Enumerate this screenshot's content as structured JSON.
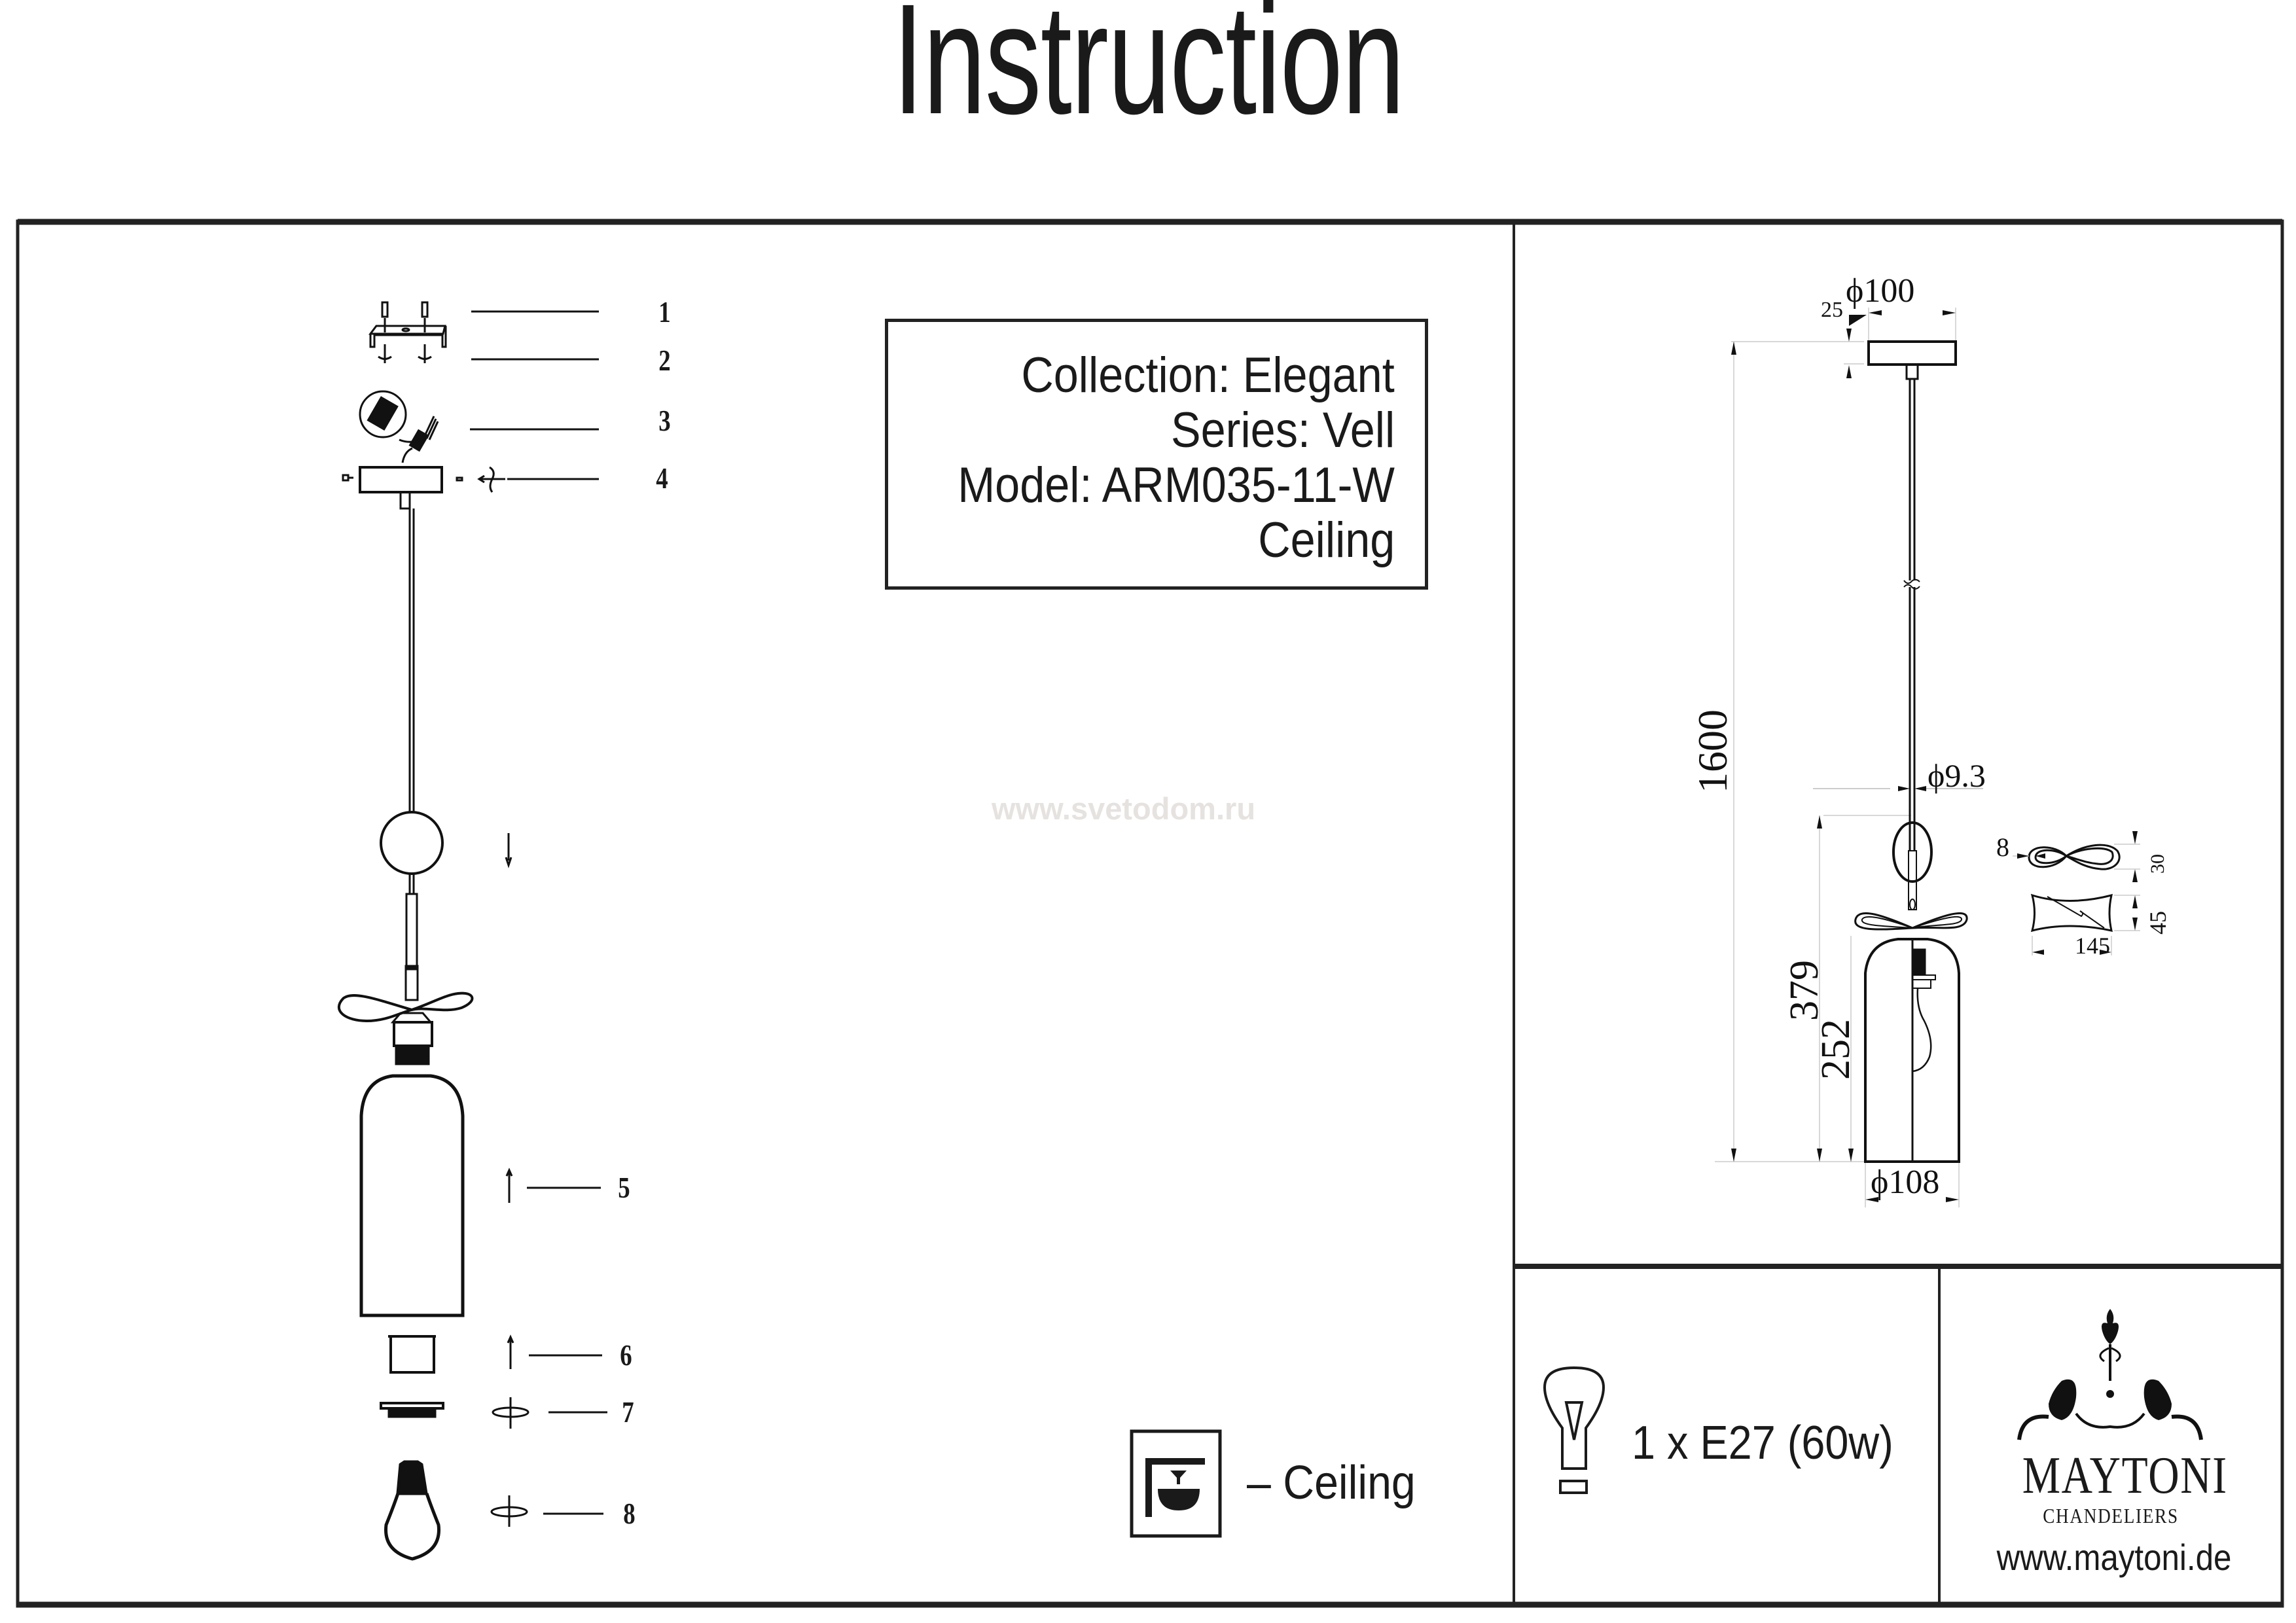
{
  "document": {
    "title": "Instruction",
    "watermark": "www.svetodom.ru"
  },
  "product_info": {
    "collection": "Collection: Elegant",
    "series": "Series: Vell",
    "model": "Model: ARM035-11-W",
    "mount_type": "Ceiling"
  },
  "assembly_parts": [
    {
      "number": "1",
      "icon": "screw-anchor-icon",
      "action": "insert"
    },
    {
      "number": "2",
      "icon": "mounting-bracket-icon",
      "action": "screw-in"
    },
    {
      "number": "3",
      "icon": "wire-connector-icon",
      "action": "connect"
    },
    {
      "number": "4",
      "icon": "canopy-icon",
      "action": "screw-in"
    },
    {
      "number": "5",
      "icon": "glass-shade-icon",
      "action": "push-up"
    },
    {
      "number": "6",
      "icon": "shade-collar-icon",
      "action": "push-up"
    },
    {
      "number": "7",
      "icon": "threaded-ring-icon",
      "action": "screw-in"
    },
    {
      "number": "8",
      "icon": "light-bulb-icon",
      "action": "screw-in"
    }
  ],
  "dimensions": {
    "canopy_height": "25",
    "canopy_diameter": "ϕ100",
    "total_height": "1600",
    "cable_diameter": "ϕ9.3",
    "fixture_height": "379",
    "shade_height": "252",
    "shade_diameter": "ϕ108",
    "ribbon_thickness": "8",
    "ribbon_height_top": "30",
    "ribbon_height_side": "45",
    "ribbon_width": "145"
  },
  "mounting": {
    "icon": "ceiling-mount-icon",
    "label": "– Ceiling"
  },
  "lamp": {
    "icon": "bulb-outline-icon",
    "spec": "1 x E27 (60w)"
  },
  "brand": {
    "name": "MAYTONI",
    "tagline": "CHANDELIERS",
    "url": "www.maytoni.de",
    "logo_icon": "chandelier-ornament-icon"
  }
}
